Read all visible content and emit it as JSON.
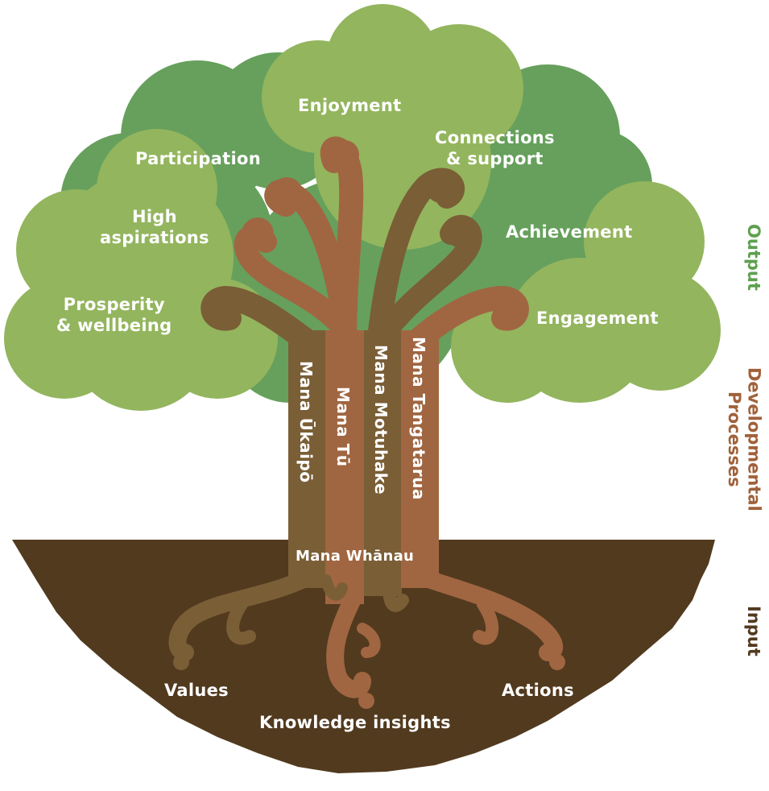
{
  "title": "Tree model of wellbeing",
  "colors": {
    "canopy_light": "#93b55e",
    "canopy_dark": "#66a05c",
    "trunk_olive": "#7a5e36",
    "trunk_rust": "#a06641",
    "ground": "#523a1f",
    "label_output": "#5ea04f",
    "label_developmental": "#a0613a",
    "label_input": "#523a1f",
    "text": "#ffffff"
  },
  "canopy_outcomes": [
    {
      "id": "enjoyment",
      "text": "Enjoyment"
    },
    {
      "id": "participation",
      "text": "Participation"
    },
    {
      "id": "connections",
      "text": "Connections\n& support"
    },
    {
      "id": "high-aspirations",
      "text": "High\naspirations"
    },
    {
      "id": "achievement",
      "text": "Achievement"
    },
    {
      "id": "prosperity",
      "text": "Prosperity\n& wellbeing"
    },
    {
      "id": "engagement",
      "text": "Engagement"
    }
  ],
  "trunk_strands": [
    {
      "id": "mana-ukaipo",
      "text": "Mana Ūkaipō"
    },
    {
      "id": "mana-tu",
      "text": "Mana Tū"
    },
    {
      "id": "mana-motuhake",
      "text": "Mana Motuhake"
    },
    {
      "id": "mana-tangatarua",
      "text": "Mana Tangatarua"
    }
  ],
  "base": {
    "text": "Mana Whānau"
  },
  "roots": [
    {
      "id": "values",
      "text": "Values"
    },
    {
      "id": "knowledge",
      "text": "Knowledge insights"
    },
    {
      "id": "actions",
      "text": "Actions"
    }
  ],
  "side_labels": {
    "output": "Output",
    "developmental": "Developmental\nProcesses",
    "input": "Input"
  }
}
